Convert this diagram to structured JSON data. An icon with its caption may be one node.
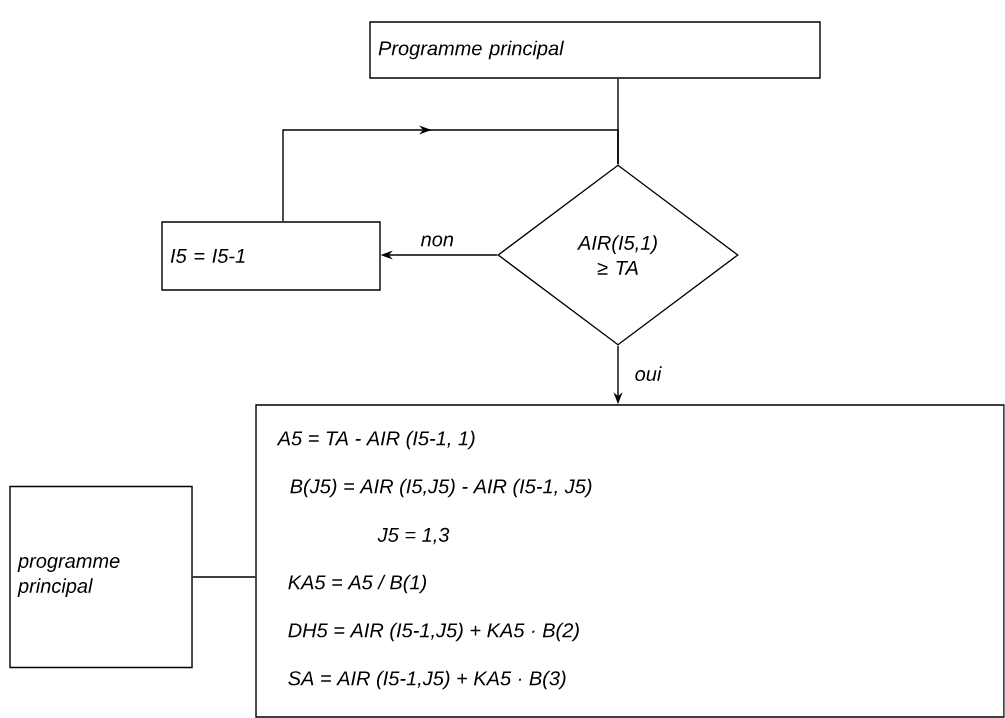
{
  "diagram": {
    "nodes": [
      {
        "text": [
          "Programme principal"
        ]
      },
      {
        "text": [
          "AIR(I5,1) ≥ TA"
        ]
      },
      {
        "text": [
          "I5 = I5-1"
        ]
      },
      {
        "text": [
          "A5 = TA - AIR (I5-1, 1)",
          "B(J5) = AIR (I5,J5) - AIR (I5-1, J5)",
          "J5 = 1,3",
          "KA5 = A5 / B(1)",
          "DH5 = AIR (I5-1,J5) + KA5 · B(2)",
          "SA = AIR (I5-1,J5) + KA5 · B(3)"
        ]
      },
      {
        "text": [
          "programme principal"
        ]
      }
    ],
    "edges": [
      {
        "from": 0,
        "to": 1,
        "arrow": "none"
      },
      {
        "from": 1,
        "to": 2,
        "arrow": "to",
        "label": "non"
      },
      {
        "from": 2,
        "to": 1,
        "arrow": "to"
      },
      {
        "from": 1,
        "to": 3,
        "arrow": "to",
        "label": "oui"
      },
      {
        "from": 4,
        "to": 3,
        "arrow": "none"
      }
    ]
  }
}
